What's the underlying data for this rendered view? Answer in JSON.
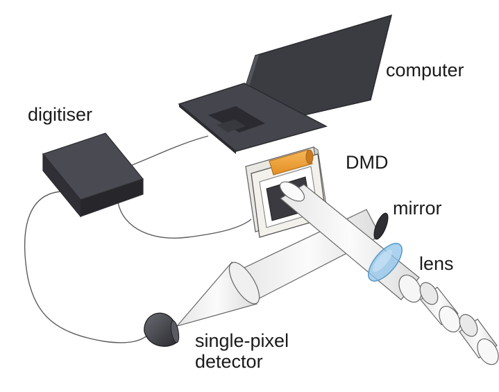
{
  "labels": {
    "computer": "computer",
    "digitiser": "digitiser",
    "dmd": "DMD",
    "mirror": "mirror",
    "lens": "lens",
    "detector_line1": "single-pixel",
    "detector_line2": "detector"
  },
  "colors": {
    "device_dark": "#3a3a40",
    "device_top": "#4a4a52",
    "device_side": "#26262b",
    "dmd_frame": "#e9e8e3",
    "dmd_chip": "#f0a43a",
    "lens_blue": "#8fc3e8",
    "beam_fill": "#f3f3f3",
    "outline": "#555555"
  }
}
